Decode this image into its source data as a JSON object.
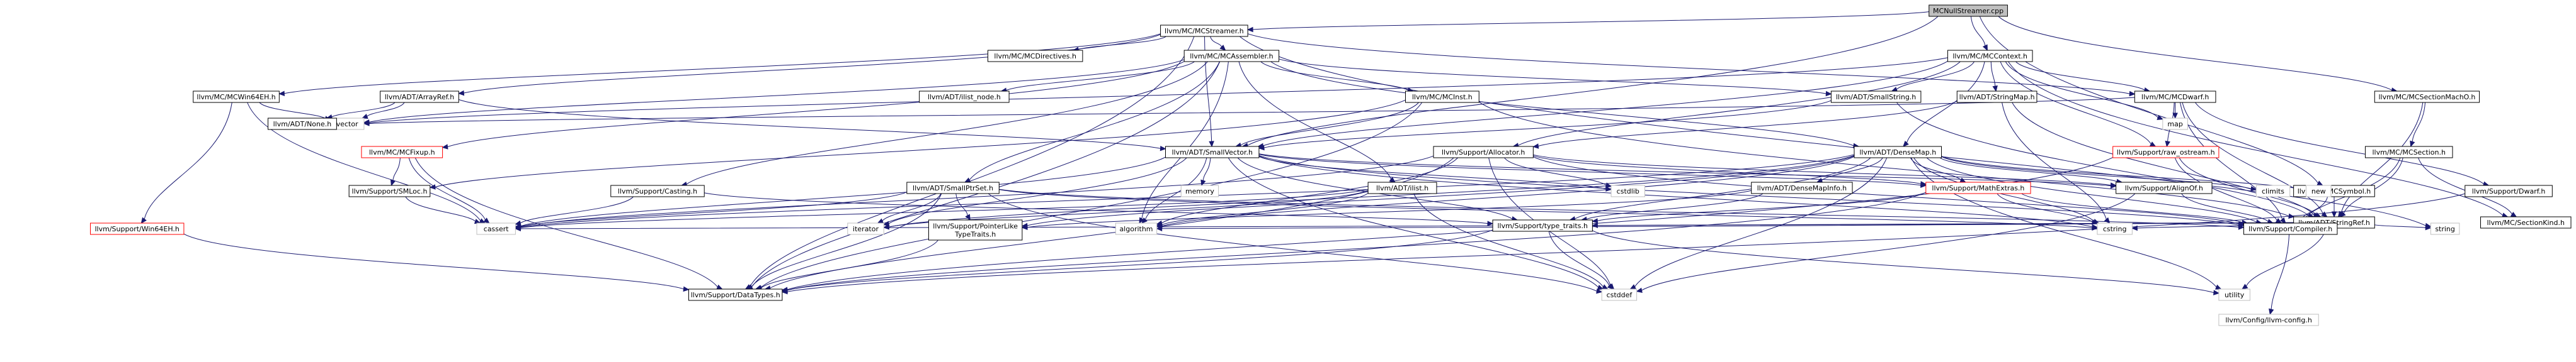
{
  "graph": {
    "type": "include-dependency-graph",
    "colors": {
      "edge": "#191970",
      "root_fill": "#bfbfbf",
      "node_fill": "#ffffff",
      "node_border": "#000000",
      "missing_border": "#bfbfbf",
      "broken_border": "#ff0000"
    },
    "nodes": [
      {
        "id": "root",
        "label": "MCNullStreamer.cpp",
        "kind": "root"
      },
      {
        "id": "mcstreamer",
        "label": "llvm/MC/MCStreamer.h",
        "kind": "normal"
      },
      {
        "id": "mccontext",
        "label": "llvm/MC/MCContext.h",
        "kind": "normal"
      },
      {
        "id": "mcsectionmacho",
        "label": "llvm/MC/MCSectionMachO.h",
        "kind": "normal"
      },
      {
        "id": "mcdirectives",
        "label": "llvm/MC/MCDirectives.h",
        "kind": "normal"
      },
      {
        "id": "mcassembler",
        "label": "llvm/MC/MCAssembler.h",
        "kind": "normal"
      },
      {
        "id": "mcwin64eh",
        "label": "llvm/MC/MCWin64EH.h",
        "kind": "normal"
      },
      {
        "id": "arrayref",
        "label": "llvm/ADT/ArrayRef.h",
        "kind": "normal"
      },
      {
        "id": "ilist_node",
        "label": "llvm/ADT/ilist_node.h",
        "kind": "normal"
      },
      {
        "id": "mcinst",
        "label": "llvm/MC/MCInst.h",
        "kind": "normal"
      },
      {
        "id": "smallstring",
        "label": "llvm/ADT/SmallString.h",
        "kind": "normal"
      },
      {
        "id": "stringmap",
        "label": "llvm/ADT/StringMap.h",
        "kind": "normal"
      },
      {
        "id": "mcdwarf",
        "label": "llvm/MC/MCDwarf.h",
        "kind": "normal"
      },
      {
        "id": "vector",
        "label": "vector",
        "kind": "missing"
      },
      {
        "id": "none",
        "label": "llvm/ADT/None.h",
        "kind": "normal"
      },
      {
        "id": "mcfixup",
        "label": "llvm/MC/MCFixup.h",
        "kind": "broken"
      },
      {
        "id": "smallvector",
        "label": "llvm/ADT/SmallVector.h",
        "kind": "normal"
      },
      {
        "id": "allocator",
        "label": "llvm/Support/Allocator.h",
        "kind": "normal"
      },
      {
        "id": "densemap",
        "label": "llvm/ADT/DenseMap.h",
        "kind": "normal"
      },
      {
        "id": "rawostream",
        "label": "llvm/Support/raw_ostream.h",
        "kind": "broken"
      },
      {
        "id": "map",
        "label": "map",
        "kind": "missing"
      },
      {
        "id": "mcsection",
        "label": "llvm/MC/MCSection.h",
        "kind": "normal"
      },
      {
        "id": "mcsymbol",
        "label": "llvm/MC/MCSymbol.h",
        "kind": "normal"
      },
      {
        "id": "smloc",
        "label": "llvm/Support/SMLoc.h",
        "kind": "normal"
      },
      {
        "id": "casting",
        "label": "llvm/Support/Casting.h",
        "kind": "normal"
      },
      {
        "id": "smallptrset",
        "label": "llvm/ADT/SmallPtrSet.h",
        "kind": "normal"
      },
      {
        "id": "ilist",
        "label": "llvm/ADT/ilist.h",
        "kind": "normal"
      },
      {
        "id": "memory",
        "label": "memory",
        "kind": "missing"
      },
      {
        "id": "cstdlib",
        "label": "cstdlib",
        "kind": "missing"
      },
      {
        "id": "densemapinfo",
        "label": "llvm/ADT/DenseMapInfo.h",
        "kind": "normal"
      },
      {
        "id": "mathextras",
        "label": "llvm/Support/MathExtras.h",
        "kind": "broken"
      },
      {
        "id": "alignof",
        "label": "llvm/Support/AlignOf.h",
        "kind": "normal"
      },
      {
        "id": "climits",
        "label": "climits",
        "kind": "missing"
      },
      {
        "id": "new",
        "label": "new",
        "kind": "missing"
      },
      {
        "id": "stringref",
        "label": "llvm/ADT/StringRef.h",
        "kind": "normal"
      },
      {
        "id": "supportdwarf",
        "label": "llvm/Support/Dwarf.h",
        "kind": "normal"
      },
      {
        "id": "sectionkind",
        "label": "llvm/MC/SectionKind.h",
        "kind": "normal"
      },
      {
        "id": "win64ehsupport",
        "label": "llvm/Support/Win64EH.h",
        "kind": "broken"
      },
      {
        "id": "cassert",
        "label": "cassert",
        "kind": "missing"
      },
      {
        "id": "iterator",
        "label": "iterator",
        "kind": "missing"
      },
      {
        "id": "pointerlike",
        "label": "llvm/Support/PointerLike\nTypeTraits.h",
        "kind": "normal"
      },
      {
        "id": "algorithm",
        "label": "algorithm",
        "kind": "missing"
      },
      {
        "id": "typetraits",
        "label": "llvm/Support/type_traits.h",
        "kind": "normal"
      },
      {
        "id": "cstring",
        "label": "cstring",
        "kind": "missing"
      },
      {
        "id": "compiler",
        "label": "llvm/Support/Compiler.h",
        "kind": "normal"
      },
      {
        "id": "string",
        "label": "string",
        "kind": "missing"
      },
      {
        "id": "datatypes",
        "label": "llvm/Support/DataTypes.h",
        "kind": "normal"
      },
      {
        "id": "cstddef",
        "label": "cstddef",
        "kind": "missing"
      },
      {
        "id": "utility",
        "label": "utility",
        "kind": "missing"
      },
      {
        "id": "llvmconfig",
        "label": "llvm/Config/llvm-config.h",
        "kind": "missing"
      }
    ],
    "edges": [
      [
        "root",
        "mcstreamer"
      ],
      [
        "root",
        "mccontext"
      ],
      [
        "root",
        "mcsectionmacho"
      ],
      [
        "root",
        "smallvector"
      ],
      [
        "root",
        "mcsymbol"
      ],
      [
        "mcstreamer",
        "mcdirectives"
      ],
      [
        "mcstreamer",
        "mcassembler"
      ],
      [
        "mcstreamer",
        "mcwin64eh"
      ],
      [
        "mcstreamer",
        "arrayref"
      ],
      [
        "mcstreamer",
        "mcdwarf"
      ],
      [
        "mcstreamer",
        "smallvector"
      ],
      [
        "mcstreamer",
        "datatypes"
      ],
      [
        "mcstreamer",
        "string"
      ],
      [
        "mcassembler",
        "ilist_node"
      ],
      [
        "mcassembler",
        "mcinst"
      ],
      [
        "mcassembler",
        "smallstring"
      ],
      [
        "mcassembler",
        "mcfixup"
      ],
      [
        "mcassembler",
        "smallptrset"
      ],
      [
        "mcassembler",
        "ilist"
      ],
      [
        "mcassembler",
        "densemap"
      ],
      [
        "mcassembler",
        "casting"
      ],
      [
        "mcassembler",
        "algorithm"
      ],
      [
        "mcassembler",
        "vector"
      ],
      [
        "mcassembler",
        "datatypes"
      ],
      [
        "mcwin64eh",
        "win64ehsupport"
      ],
      [
        "mcwin64eh",
        "vector"
      ],
      [
        "mcwin64eh",
        "cassert"
      ],
      [
        "arrayref",
        "none"
      ],
      [
        "arrayref",
        "smallvector"
      ],
      [
        "arrayref",
        "vector"
      ],
      [
        "mcinst",
        "smallvector"
      ],
      [
        "mcinst",
        "stringref"
      ],
      [
        "mcinst",
        "smloc"
      ],
      [
        "mcinst",
        "datatypes"
      ],
      [
        "mccontext",
        "smallstring"
      ],
      [
        "mccontext",
        "stringmap"
      ],
      [
        "mccontext",
        "mcdwarf"
      ],
      [
        "mccontext",
        "densemap"
      ],
      [
        "mccontext",
        "allocator"
      ],
      [
        "mccontext",
        "rawostream"
      ],
      [
        "mccontext",
        "sectionkind"
      ],
      [
        "mccontext",
        "map"
      ],
      [
        "mccontext",
        "vector"
      ],
      [
        "mccontext",
        "smallvector"
      ],
      [
        "smallstring",
        "smallvector"
      ],
      [
        "smallstring",
        "stringref"
      ],
      [
        "stringmap",
        "stringref"
      ],
      [
        "stringmap",
        "allocator"
      ],
      [
        "stringmap",
        "cstring"
      ],
      [
        "mcdwarf",
        "stringref"
      ],
      [
        "mcdwarf",
        "supportdwarf"
      ],
      [
        "mcdwarf",
        "rawostream"
      ],
      [
        "mcdwarf",
        "compiler"
      ],
      [
        "mcdwarf",
        "map"
      ],
      [
        "mcdwarf",
        "vector"
      ],
      [
        "mcfixup",
        "smloc"
      ],
      [
        "mcfixup",
        "datatypes"
      ],
      [
        "mcfixup",
        "cassert"
      ],
      [
        "smallvector",
        "alignof"
      ],
      [
        "smallvector",
        "mathextras"
      ],
      [
        "smallvector",
        "typetraits"
      ],
      [
        "smallvector",
        "algorithm"
      ],
      [
        "smallvector",
        "cassert"
      ],
      [
        "smallvector",
        "cstddef"
      ],
      [
        "smallvector",
        "cstdlib"
      ],
      [
        "smallvector",
        "cstring"
      ],
      [
        "smallvector",
        "iterator"
      ],
      [
        "smallvector",
        "memory"
      ],
      [
        "smallvector",
        "compiler"
      ],
      [
        "allocator",
        "alignof"
      ],
      [
        "allocator",
        "datatypes"
      ],
      [
        "allocator",
        "mathextras"
      ],
      [
        "allocator",
        "algorithm"
      ],
      [
        "allocator",
        "cassert"
      ],
      [
        "allocator",
        "cstddef"
      ],
      [
        "allocator",
        "cstdlib"
      ],
      [
        "allocator",
        "compiler"
      ],
      [
        "densemap",
        "densemapinfo"
      ],
      [
        "densemap",
        "alignof"
      ],
      [
        "densemap",
        "compiler"
      ],
      [
        "densemap",
        "mathextras"
      ],
      [
        "densemap",
        "pointerlike"
      ],
      [
        "densemap",
        "typetraits"
      ],
      [
        "densemap",
        "algorithm"
      ],
      [
        "densemap",
        "cassert"
      ],
      [
        "densemap",
        "climits"
      ],
      [
        "densemap",
        "cstddef"
      ],
      [
        "densemap",
        "cstring"
      ],
      [
        "densemap",
        "iterator"
      ],
      [
        "densemap",
        "new"
      ],
      [
        "densemap",
        "utility"
      ],
      [
        "rawostream",
        "stringref"
      ],
      [
        "rawostream",
        "compiler"
      ],
      [
        "rawostream",
        "datatypes"
      ],
      [
        "mcsectionmacho",
        "mcsection"
      ],
      [
        "mcsectionmacho",
        "stringref"
      ],
      [
        "mcsection",
        "sectionkind"
      ],
      [
        "mcsection",
        "stringref"
      ],
      [
        "mcsection",
        "compiler"
      ],
      [
        "mcsymbol",
        "stringref"
      ],
      [
        "mcsymbol",
        "compiler"
      ],
      [
        "casting",
        "typetraits"
      ],
      [
        "casting",
        "cassert"
      ],
      [
        "smallptrset",
        "compiler"
      ],
      [
        "smallptrset",
        "datatypes"
      ],
      [
        "smallptrset",
        "pointerlike"
      ],
      [
        "smallptrset",
        "cassert"
      ],
      [
        "smallptrset",
        "cstddef"
      ],
      [
        "smallptrset",
        "cstring"
      ],
      [
        "smallptrset",
        "iterator"
      ],
      [
        "ilist",
        "algorithm"
      ],
      [
        "ilist",
        "cassert"
      ],
      [
        "ilist",
        "cstddef"
      ],
      [
        "ilist",
        "iterator"
      ],
      [
        "densemapinfo",
        "pointerlike"
      ],
      [
        "densemapinfo",
        "typetraits"
      ],
      [
        "mathextras",
        "compiler"
      ],
      [
        "mathextras",
        "datatypes"
      ],
      [
        "mathextras",
        "cstring"
      ],
      [
        "mathextras",
        "typetraits"
      ],
      [
        "alignof",
        "compiler"
      ],
      [
        "alignof",
        "cstddef"
      ],
      [
        "stringref",
        "compiler"
      ],
      [
        "stringref",
        "algorithm"
      ],
      [
        "stringref",
        "cassert"
      ],
      [
        "stringref",
        "cstring"
      ],
      [
        "stringref",
        "string"
      ],
      [
        "stringref",
        "utility"
      ],
      [
        "stringref",
        "typetraits"
      ],
      [
        "supportdwarf",
        "datatypes"
      ],
      [
        "win64ehsupport",
        "datatypes"
      ],
      [
        "pointerlike",
        "datatypes"
      ],
      [
        "typetraits",
        "datatypes"
      ],
      [
        "typetraits",
        "utility"
      ],
      [
        "typetraits",
        "cstddef"
      ],
      [
        "compiler",
        "llvmconfig"
      ],
      [
        "smloc",
        "cassert"
      ]
    ]
  }
}
